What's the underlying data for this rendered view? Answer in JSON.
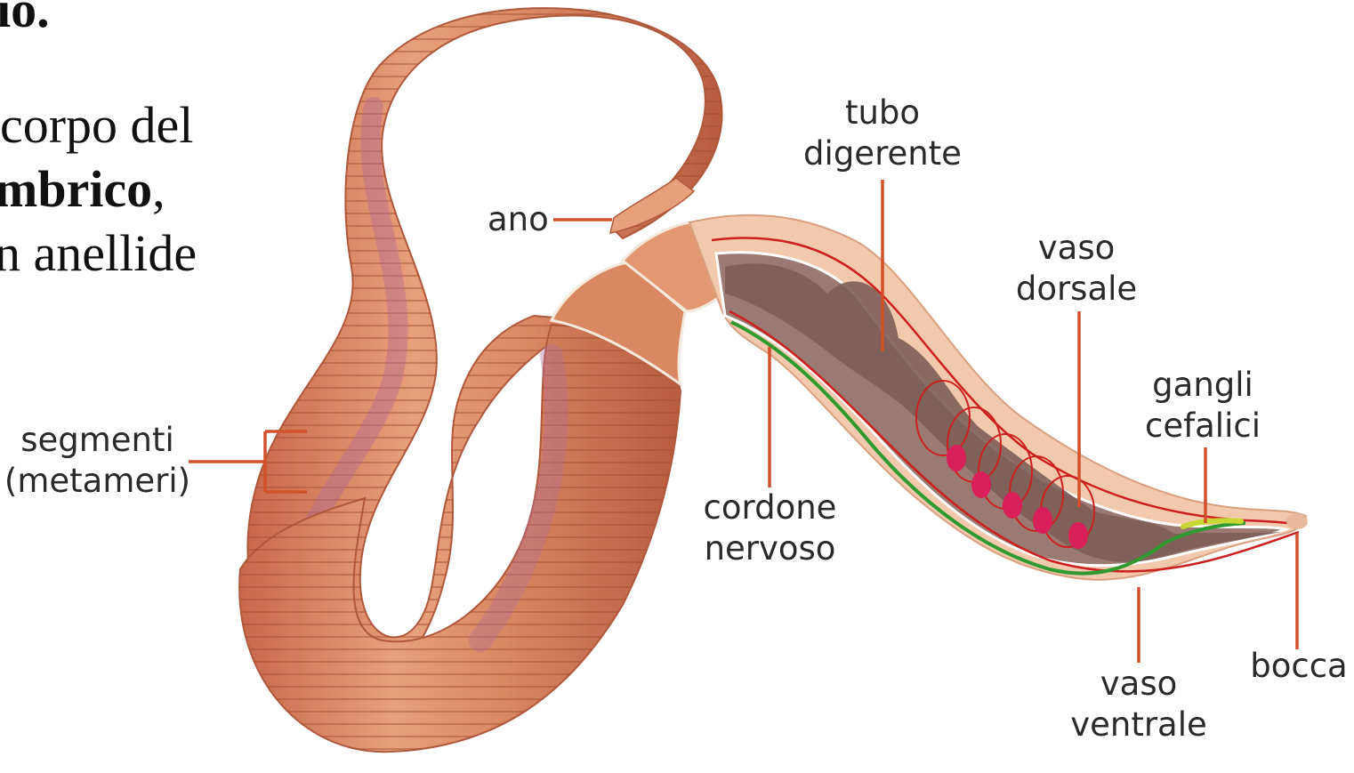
{
  "text_fragments": {
    "title_fragment": "io.",
    "line1": "corpo del",
    "line2_bold": "mbrico",
    "line2_tail": ",",
    "line3": "n anellide"
  },
  "labels": {
    "ano": "ano",
    "tubo_1": "tubo",
    "tubo_2": "digerente",
    "vaso_dorsale_1": "vaso",
    "vaso_dorsale_2": "dorsale",
    "gangli_1": "gangli",
    "gangli_2": "cefalici",
    "segmenti_1": "segmenti",
    "segmenti_2": "(metameri)",
    "cordone_1": "cordone",
    "cordone_2": "nervoso",
    "vaso_ventrale_1": "vaso",
    "vaso_ventrale_2": "ventrale",
    "bocca": "bocca"
  },
  "colors": {
    "worm_skin": "#d9825a",
    "worm_dark": "#b45a3a",
    "worm_light": "#f0b48c",
    "worm_purple": "#b46b96",
    "inner_cavity": "#8a6a62",
    "gut": "#7d5e58",
    "blood_vessel": "#cc1f1f",
    "nerve_cord": "#2f9a2f",
    "leader_line": "#d2502a",
    "label_text": "#2a2a2a"
  }
}
